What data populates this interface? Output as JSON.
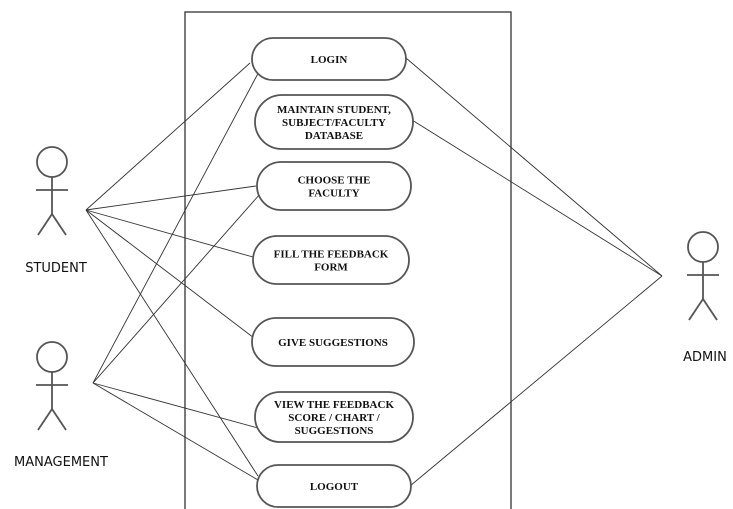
{
  "actors": [
    {
      "id": "student",
      "label": "STUDENT"
    },
    {
      "id": "management",
      "label": "MANAGEMENT"
    },
    {
      "id": "admin",
      "label": "ADMIN"
    }
  ],
  "use_cases": [
    {
      "id": "login",
      "lines": [
        "LOGIN"
      ]
    },
    {
      "id": "maintain",
      "lines": [
        "MAINTAIN STUDENT,",
        "SUBJECT/FACULTY",
        "DATABASE"
      ]
    },
    {
      "id": "choose",
      "lines": [
        "CHOOSE THE",
        "FACULTY"
      ]
    },
    {
      "id": "fill",
      "lines": [
        "FILL THE FEEDBACK",
        "FORM"
      ]
    },
    {
      "id": "suggest",
      "lines": [
        "GIVE SUGGESTIONS"
      ]
    },
    {
      "id": "view",
      "lines": [
        "VIEW THE FEEDBACK",
        "SCORE / CHART /",
        "SUGGESTIONS"
      ]
    },
    {
      "id": "logout",
      "lines": [
        "LOGOUT"
      ]
    }
  ],
  "associations": [
    {
      "actor": "student",
      "use_case": "login"
    },
    {
      "actor": "student",
      "use_case": "choose"
    },
    {
      "actor": "student",
      "use_case": "fill"
    },
    {
      "actor": "student",
      "use_case": "suggest"
    },
    {
      "actor": "student",
      "use_case": "logout"
    },
    {
      "actor": "management",
      "use_case": "login"
    },
    {
      "actor": "management",
      "use_case": "choose"
    },
    {
      "actor": "management",
      "use_case": "view"
    },
    {
      "actor": "management",
      "use_case": "logout"
    },
    {
      "actor": "admin",
      "use_case": "login"
    },
    {
      "actor": "admin",
      "use_case": "maintain"
    },
    {
      "actor": "admin",
      "use_case": "logout"
    }
  ],
  "colors": {
    "stroke": "#555555",
    "line": "#333333",
    "text": "#111111"
  }
}
